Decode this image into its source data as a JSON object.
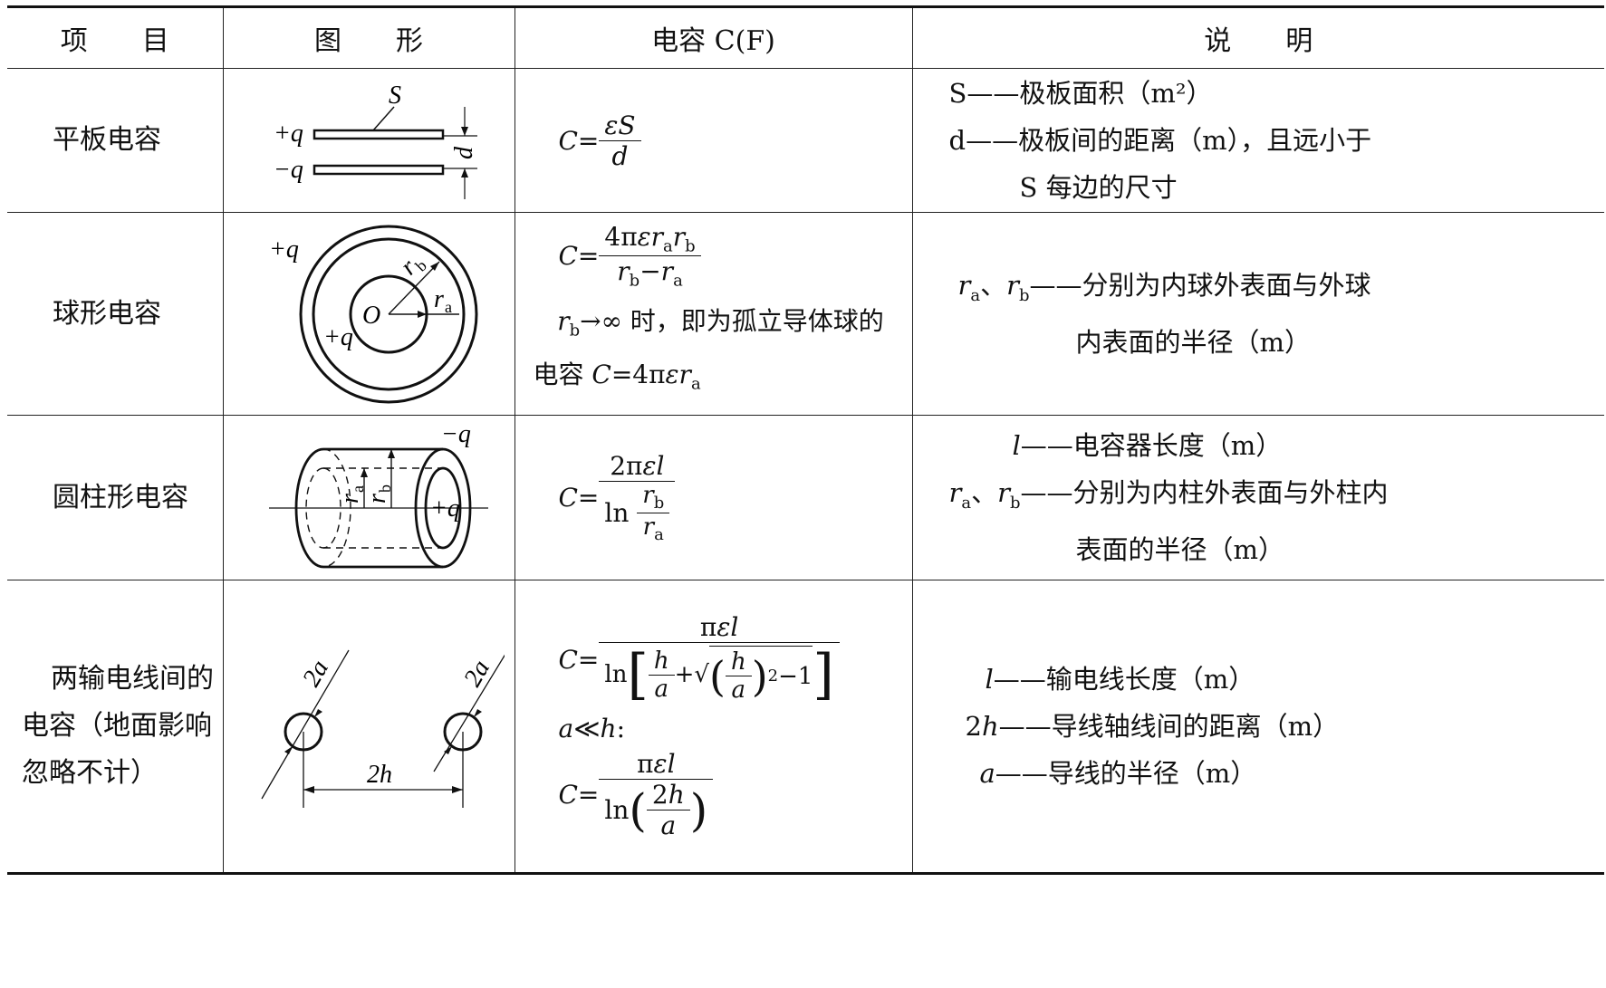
{
  "header": {
    "col1": "项目",
    "col2": "图形",
    "col3": "电容 C(F)",
    "col4": "说明"
  },
  "rows": [
    {
      "name": "平板电容",
      "fig_labels": {
        "s": "S",
        "plus_q": "+q",
        "minus_q": "−q",
        "d": "d"
      },
      "formula": {
        "lhs": "C=",
        "num": "εS",
        "den": "d"
      },
      "desc": [
        "S——极板面积（m²）",
        "d——极板间的距离（m），且远小于",
        "S 每边的尺寸"
      ]
    },
    {
      "name": "球形电容",
      "fig_labels": {
        "plus_q_outer": "+q",
        "plus_q_inner": "+q",
        "o": "O",
        "rb": "r",
        "rb_sub": "b",
        "ra": "r",
        "ra_sub": "a"
      },
      "formula": {
        "lhs": "C=",
        "num": "4πεrₐr_b",
        "den": "r_b−rₐ"
      },
      "note": "r_b→∞ 时，即为孤立导体球的电容 C=4πεrₐ",
      "desc": [
        "rₐ、r_b——分别为内球外表面与外球",
        "内表面的半径（m）"
      ]
    },
    {
      "name": "圆柱形电容",
      "fig_labels": {
        "minus_q": "−q",
        "plus_q": "+q",
        "ra": "r",
        "ra_sub": "a",
        "rb": "r",
        "rb_sub": "b"
      },
      "formula": {
        "lhs": "C=",
        "num": "2πεl",
        "den": "ln(r_b/rₐ)"
      },
      "desc": [
        "l——电容器长度（m）",
        "rₐ、r_b——分别为内柱外表面与外柱内",
        "表面的半径（m）"
      ]
    },
    {
      "name_lines": [
        "两输电线间的",
        "电容（地面影响",
        "忽略不计）"
      ],
      "fig_labels": {
        "two_a_left": "2a",
        "two_a_right": "2a",
        "two_h": "2h"
      },
      "formula": {
        "lhs": "C=",
        "num": "πεl",
        "den": "ln[h/a+√((h/a)²−1)]",
        "condition": "a≪h:",
        "lhs2": "C=",
        "num2": "πεl",
        "den2": "ln(2h/a)"
      },
      "desc": [
        "l——输电线长度（m）",
        "2h——导线轴线间的距离（m）",
        "a——导线的半径（m）"
      ]
    }
  ]
}
